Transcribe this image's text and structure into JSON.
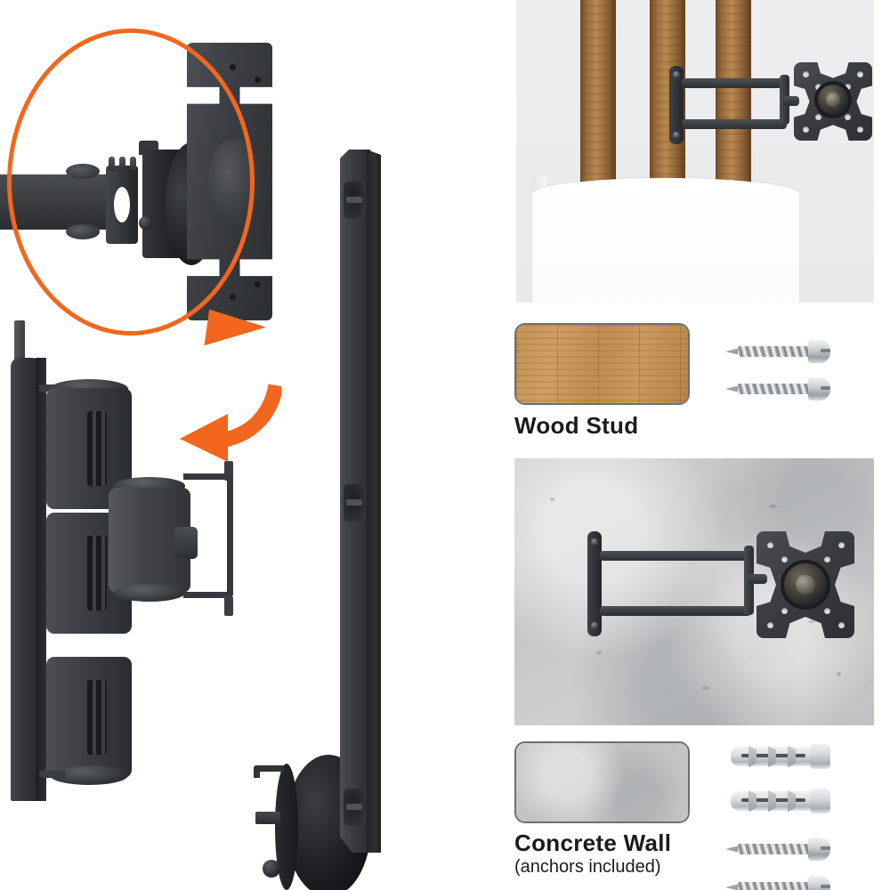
{
  "meta": {
    "subject": "articulating-tv-wall-mount-installation-infographic",
    "accent_color": "#F2671D",
    "background_color": "#FFFFFF",
    "hardware_color": "#BFC4C8",
    "mount_color": "#3A3D41"
  },
  "left_panel": {
    "name": "exploded-product-diagram",
    "magnifier": {
      "name": "detail-callout-circle",
      "shows": "vesa-head-and-tilt-joint-detail"
    },
    "arrows": [
      {
        "name": "callout-pointer-arrow",
        "direction": "down-right"
      },
      {
        "name": "rotation-arrow",
        "direction": "curved-down-left"
      }
    ],
    "parts": [
      {
        "name": "wall-plate",
        "label": ""
      },
      {
        "name": "articulating-arm-hinges",
        "label": ""
      },
      {
        "name": "extension-bracket",
        "label": ""
      },
      {
        "name": "swivel-disc",
        "label": ""
      },
      {
        "name": "monitor-post",
        "label": ""
      }
    ]
  },
  "right_panel": {
    "name": "installation-options",
    "sections": [
      {
        "id": "wood-stud",
        "photo_name": "wood-stud-installation-photo",
        "photo_alt": "Mount installed on a wood slat wall above a white cabinet",
        "swatch_name": "wood-stud-material-swatch",
        "label": "Wood Stud",
        "note": "",
        "hardware": [
          {
            "type": "screw",
            "count": 2,
            "name": "wood-screw"
          }
        ]
      },
      {
        "id": "concrete-wall",
        "photo_name": "concrete-wall-installation-photo",
        "photo_alt": "Mount installed on a grey concrete wall",
        "swatch_name": "concrete-wall-material-swatch",
        "label": "Concrete Wall",
        "note": "(anchors included)",
        "hardware": [
          {
            "type": "anchor",
            "count": 2,
            "name": "plastic-wall-anchor"
          },
          {
            "type": "screw",
            "count": 2,
            "name": "concrete-screw"
          }
        ]
      }
    ]
  }
}
